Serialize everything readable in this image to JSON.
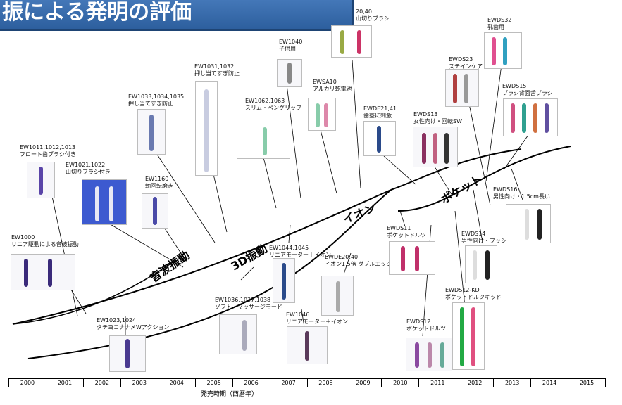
{
  "title": "振による発明の評価",
  "years": [
    "2000",
    "2001",
    "2002",
    "2003",
    "2004",
    "2005",
    "2006",
    "2007",
    "2008",
    "2009",
    "2010",
    "2011",
    "2012",
    "2013",
    "2014",
    "2015"
  ],
  "axis_caption": "発売時期（西暦年）",
  "branches": {
    "sonic": "音波振動",
    "d3": "3D振動",
    "ion": "イオン",
    "pocket": "ポケット"
  },
  "products": [
    {
      "name": "EW1000",
      "desc": "リニア駆動による音波振動"
    },
    {
      "name": "EW1011,1012,1013",
      "desc": "フロート歯ブラシ付き"
    },
    {
      "name": "EW1021,1022",
      "desc": "山切りブラシ付き"
    },
    {
      "name": "EW1023,1024",
      "desc": "タテヨコナナメWアクション"
    },
    {
      "name": "EW1033,1034,1035",
      "desc": "押し当てすぎ防止"
    },
    {
      "name": "EW1160",
      "desc": "軸回転磨き"
    },
    {
      "name": "EW1031,1032",
      "desc": "押し当てすぎ防止"
    },
    {
      "name": "EW1036,1037,1038",
      "desc": "ソフト・マッサージモード"
    },
    {
      "name": "EW1062,1063",
      "desc": "スリム・ペングリップ"
    },
    {
      "name": "EW1044,1045",
      "desc": "リニアモーター＋イオン"
    },
    {
      "name": "EW1040",
      "desc": "子供用"
    },
    {
      "name": "EW1046",
      "desc": "リニアモーター＋イオン"
    },
    {
      "name": "EWSA10",
      "desc": "アルカリ乾電池"
    },
    {
      "name": "EWDE20,40",
      "desc": "イオン1.5倍 ダブルエッジブラシ"
    },
    {
      "name": "20,40",
      "desc": "山切りブラシ"
    },
    {
      "name": "EWDE21,41",
      "desc": "歯茎に刺激"
    },
    {
      "name": "EWDS11",
      "desc": "ポケットドルツ"
    },
    {
      "name": "EWDS12",
      "desc": "ポケットドルツ"
    },
    {
      "name": "EWDS13",
      "desc": "女性向け・回転SW"
    },
    {
      "name": "EWDS12-KD",
      "desc": "ポケットドルツキッド"
    },
    {
      "name": "EWDS14",
      "desc": "男性向け・プッシュSW"
    },
    {
      "name": "EWDS16",
      "desc": "男性向け・1.5cm長い"
    },
    {
      "name": "EWDS23",
      "desc": "ステインケア"
    },
    {
      "name": "EWDS32",
      "desc": "乳歯用"
    },
    {
      "name": "EWDS15",
      "desc": "ブラシ背面舌ブラシ"
    }
  ]
}
